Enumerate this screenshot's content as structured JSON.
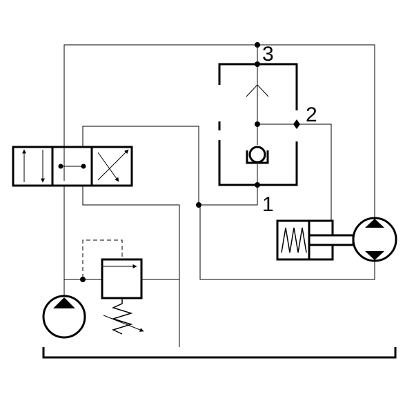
{
  "diagram": {
    "ports": {
      "port_3": "3",
      "port_2": "2",
      "port_1": "1"
    },
    "colors": {
      "line": "#000000",
      "background": "#ffffff"
    }
  }
}
